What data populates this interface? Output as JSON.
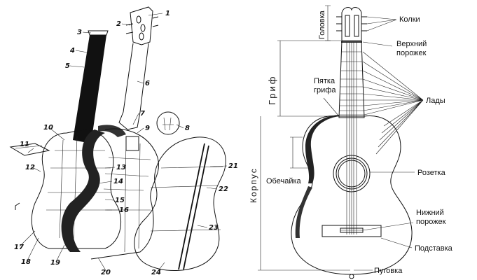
{
  "exploded_view": {
    "part_numbers": [
      "1",
      "2",
      "3",
      "4",
      "5",
      "6",
      "7",
      "8",
      "9",
      "10",
      "11",
      "12",
      "13",
      "14",
      "15",
      "16",
      "17",
      "18",
      "19",
      "20",
      "21",
      "22",
      "23",
      "24"
    ]
  },
  "assembled_view": {
    "labels": {
      "kolki": "Колки",
      "verkhny_porozhek_1": "Верхний",
      "verkhny_porozhek_2": "порожек",
      "pyatka_grifa_1": "Пятка",
      "pyatka_grifa_2": "грифа",
      "lady": "Лады",
      "grif": "Гриф",
      "golovka": "Головка",
      "korpus": "Корпус",
      "obechayka": "Обечайка",
      "rozetka": "Розетка",
      "nizhny_porozhek_1": "Нижний",
      "nizhny_porozhek_2": "порожек",
      "podstavka": "Подставка",
      "pugovka": "Пуговка"
    }
  }
}
